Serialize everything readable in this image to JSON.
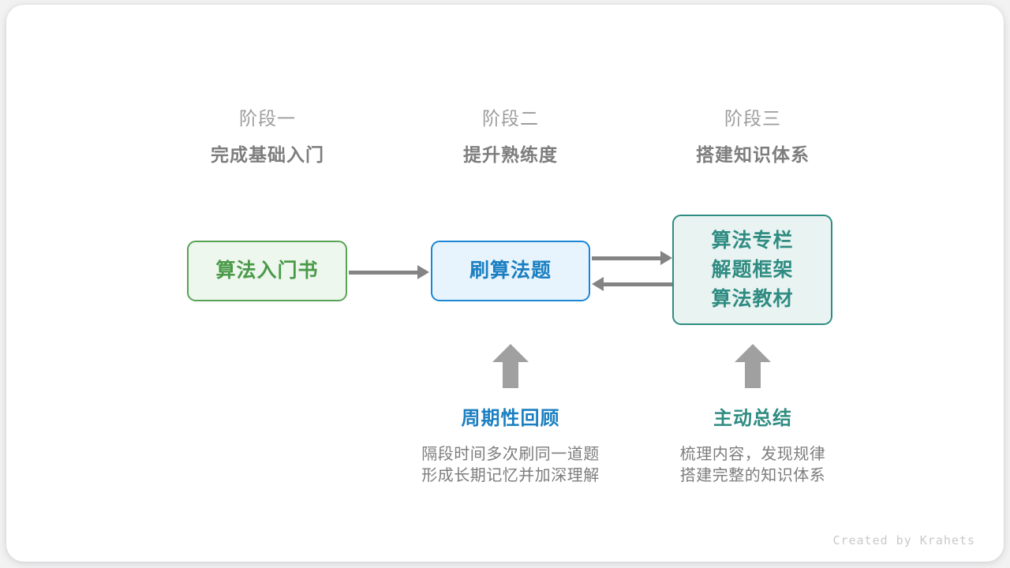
{
  "stages": [
    {
      "label": "阶段一",
      "title": "完成基础入门"
    },
    {
      "label": "阶段二",
      "title": "提升熟练度"
    },
    {
      "label": "阶段三",
      "title": "搭建知识体系"
    }
  ],
  "nodes": {
    "beginner_book": {
      "text": "算法入门书",
      "color": "#4a9a4a",
      "border": "#58a356",
      "fill": "#eef7ed"
    },
    "practice": {
      "text": "刷算法题",
      "color": "#1a7fc1",
      "border": "#1b86d4",
      "fill": "#e8f4fd"
    },
    "resources": {
      "lines": [
        "算法专栏",
        "解题框架",
        "算法教材"
      ],
      "color": "#2f8c82",
      "border": "#2f8c82",
      "fill": "#e9f4f2"
    }
  },
  "annotations": [
    {
      "title": "周期性回顾",
      "desc_lines": [
        "隔段时间多次刷同一道题",
        "形成长期记忆并加深理解"
      ],
      "color": "#1a7fc1"
    },
    {
      "title": "主动总结",
      "desc_lines": [
        "梳理内容，发现规律",
        "搭建完整的知识体系"
      ],
      "color": "#2f8c82"
    }
  ],
  "arrow_color": "#848484",
  "up_arrow_color": "#a0a0a0",
  "credit": "Created by Krahets"
}
